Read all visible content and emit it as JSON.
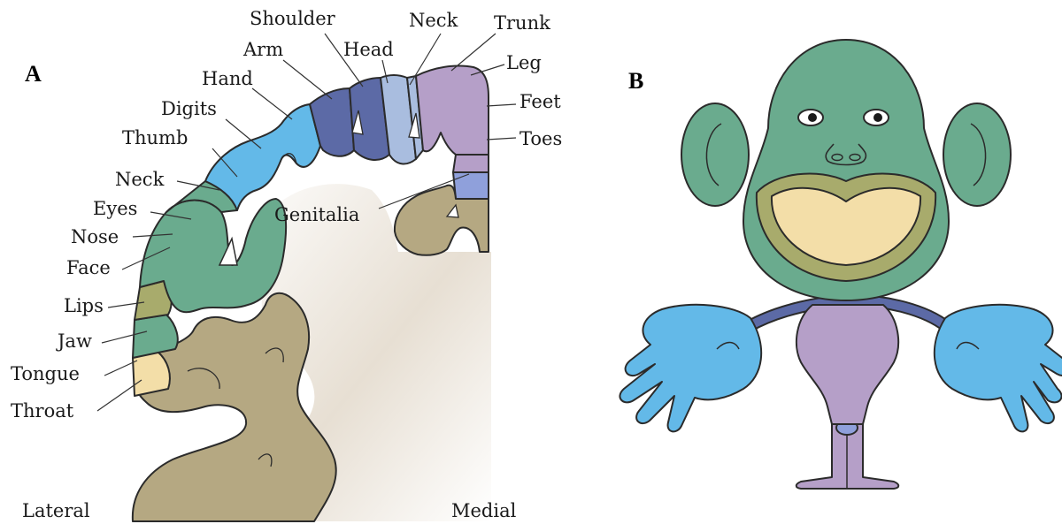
{
  "panel_a": {
    "letter": "A",
    "orientation": {
      "lateral": "Lateral",
      "medial": "Medial"
    },
    "labels": {
      "shoulder": "Shoulder",
      "neck_top": "Neck",
      "trunk": "Trunk",
      "head": "Head",
      "arm": "Arm",
      "leg": "Leg",
      "hand": "Hand",
      "feet": "Feet",
      "digits": "Digits",
      "toes": "Toes",
      "thumb": "Thumb",
      "neck_side": "Neck",
      "genitalia": "Genitalia",
      "eyes": "Eyes",
      "nose": "Nose",
      "face": "Face",
      "lips": "Lips",
      "jaw": "Jaw",
      "tongue": "Tongue",
      "throat": "Throat"
    }
  },
  "panel_b": {
    "letter": "B"
  },
  "colors": {
    "green": "#6aab8e",
    "dark_blue": "#5c6aa6",
    "light_blue": "#63b9e8",
    "pale_blue": "#a9bddf",
    "lavender": "#b59fc8",
    "periwinkle": "#8fa0db",
    "khaki": "#b5a882",
    "olive": "#a8ab6c",
    "cream": "#f3dea8",
    "background_gradient": "#e4dccf"
  }
}
